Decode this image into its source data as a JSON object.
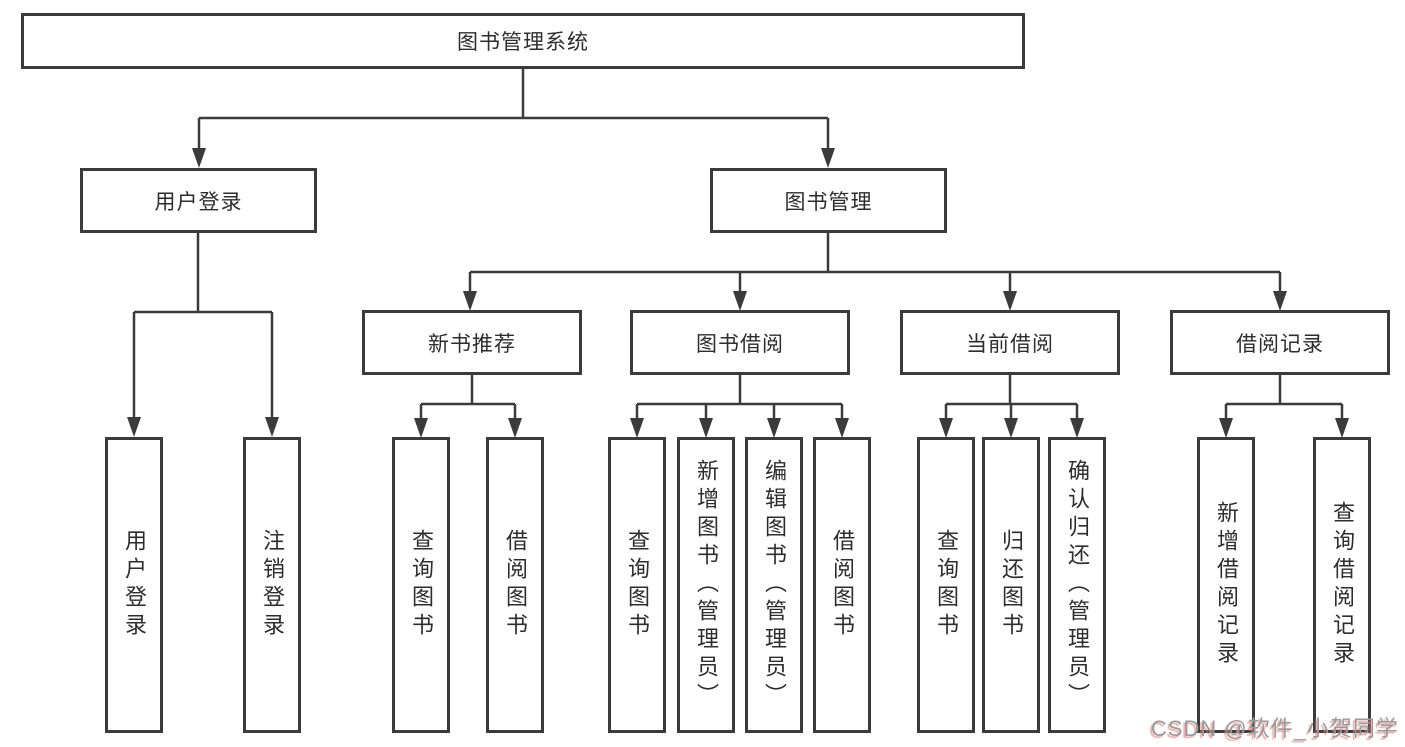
{
  "diagram": {
    "title": "图书管理系统",
    "root": {
      "label": "图书管理系统"
    },
    "level2": [
      {
        "label": "用户登录"
      },
      {
        "label": "图书管理"
      }
    ],
    "level3": [
      {
        "label": "新书推荐"
      },
      {
        "label": "图书借阅"
      },
      {
        "label": "当前借阅"
      },
      {
        "label": "借阅记录"
      }
    ],
    "leaves": [
      {
        "label": "用户登录",
        "parent": "用户登录"
      },
      {
        "label": "注销登录",
        "parent": "用户登录"
      },
      {
        "label": "查询图书",
        "parent": "新书推荐"
      },
      {
        "label": "借阅图书",
        "parent": "新书推荐"
      },
      {
        "label": "查询图书",
        "parent": "图书借阅"
      },
      {
        "label": "新增图书（管理员）",
        "parent": "图书借阅"
      },
      {
        "label": "编辑图书（管理员）",
        "parent": "图书借阅"
      },
      {
        "label": "借阅图书",
        "parent": "图书借阅"
      },
      {
        "label": "查询图书",
        "parent": "当前借阅"
      },
      {
        "label": "归还图书",
        "parent": "当前借阅"
      },
      {
        "label": "确认归还（管理员）",
        "parent": "当前借阅"
      },
      {
        "label": "新增借阅记录",
        "parent": "借阅记录"
      },
      {
        "label": "查询借阅记录",
        "parent": "借阅记录"
      }
    ],
    "watermark": "CSDN @软件_小贺同学",
    "colors": {
      "line": "#3b3b3b",
      "text": "#2d2d2d",
      "background": "#ffffff",
      "watermark": "#9a9a9a",
      "watermark_shadow": "#e07b7b"
    }
  }
}
